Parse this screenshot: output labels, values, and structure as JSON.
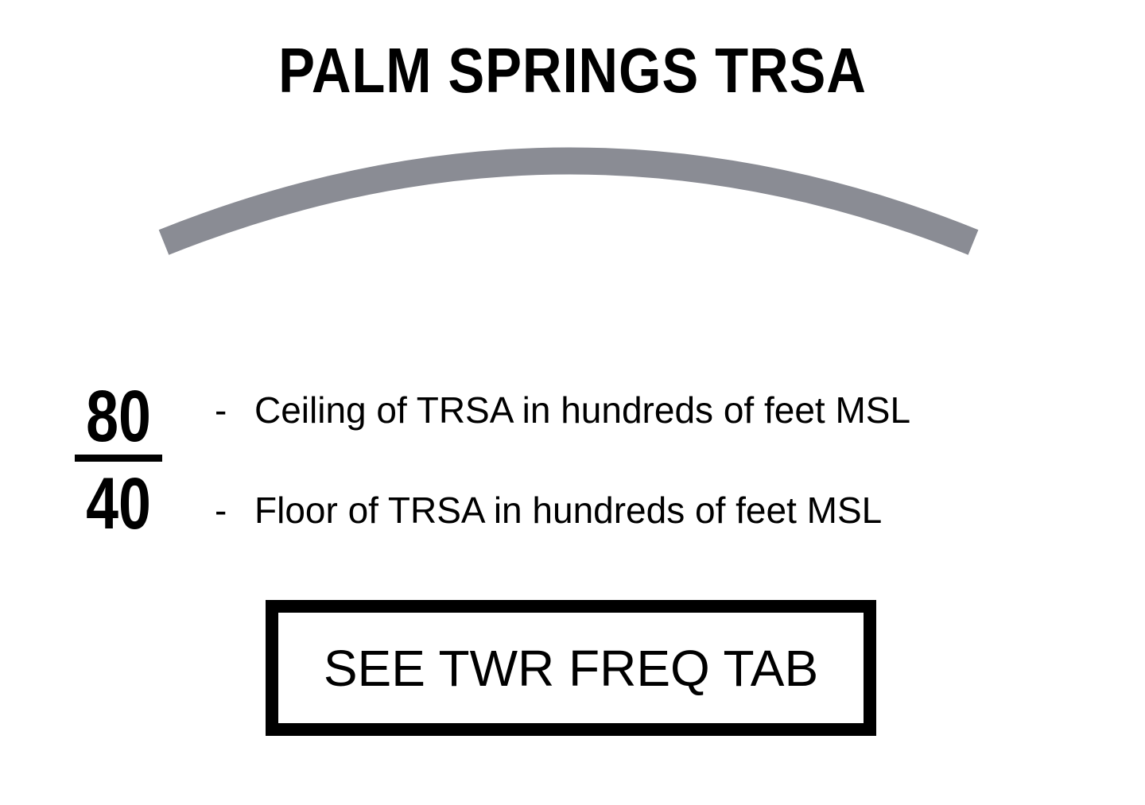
{
  "title": "PALM SPRINGS TRSA",
  "colors": {
    "boundary": "#8a8c94",
    "text": "#000000",
    "background": "#ffffff"
  },
  "altitudes": {
    "ceiling_value": "80",
    "floor_value": "40"
  },
  "legend": {
    "ceiling_dash": "-",
    "ceiling_text": "Ceiling of TRSA in hundreds of feet MSL",
    "floor_dash": "-",
    "floor_text": "Floor of TRSA in hundreds of feet MSL"
  },
  "frequency_box": {
    "label": "SEE TWR FREQ TAB"
  }
}
